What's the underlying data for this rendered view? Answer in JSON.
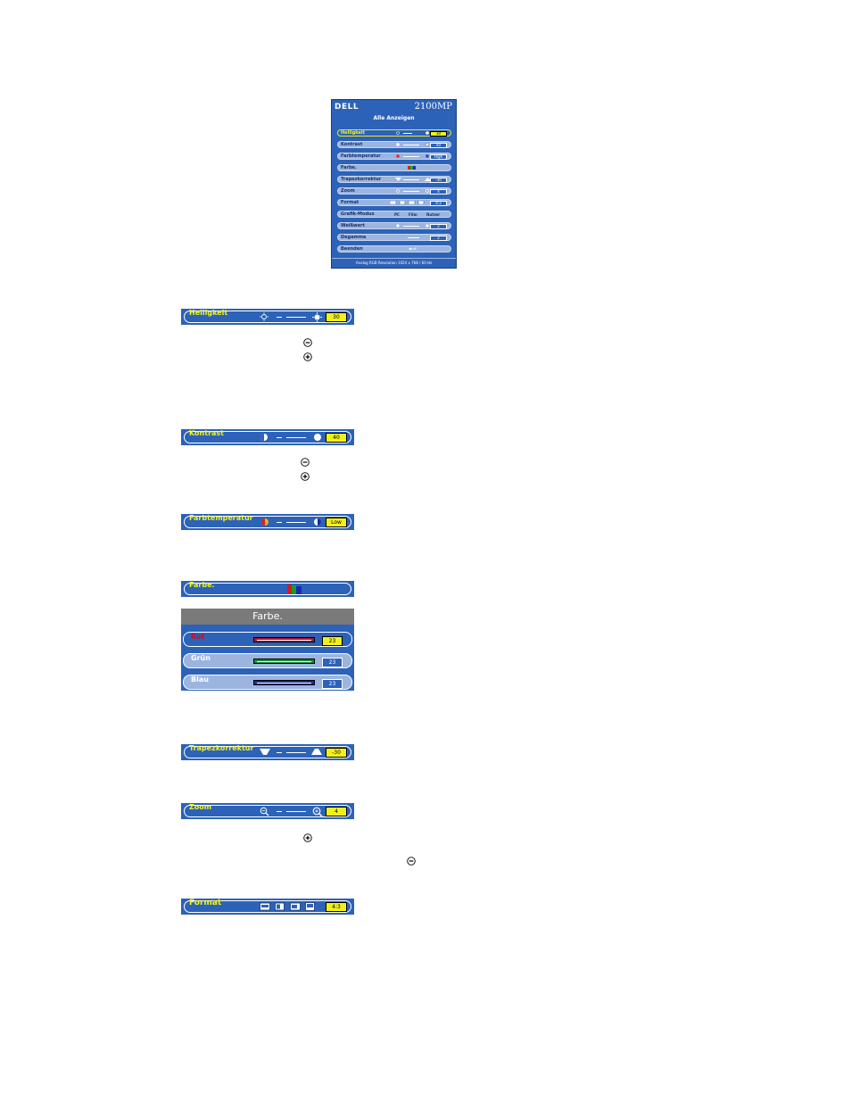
{
  "osd": {
    "brand": "DELL",
    "model": "2100MP",
    "title": "Alle Anzeigen",
    "rows": [
      {
        "label": "Helligkeit",
        "value": "30"
      },
      {
        "label": "Kontrast",
        "value": "40"
      },
      {
        "label": "Farbtemperatur",
        "value": "High"
      },
      {
        "label": "Farbe."
      },
      {
        "label": "Trapezkorrektur",
        "value": "-30"
      },
      {
        "label": "Zoom",
        "value": "4"
      },
      {
        "label": "Format",
        "value": "4:3"
      },
      {
        "label": "Grafik-Modus",
        "opt1": "PC",
        "opt2": "Film",
        "opt3": "Nutzer"
      },
      {
        "label": "Weißwert",
        "value": "2"
      },
      {
        "label": "Degamma",
        "value": "2"
      },
      {
        "label": "Beenden"
      }
    ],
    "footer": "Analog RGB Resolution 1024 x 768 / 60 Hz"
  },
  "bars": {
    "helligkeit": {
      "label": "Helligkeit",
      "value": "30"
    },
    "kontrast": {
      "label": "Kontrast",
      "value": "40"
    },
    "farbtemperatur": {
      "label": "Farbtemperatur",
      "value": "Low"
    },
    "farbe": {
      "label": "Farbe."
    },
    "trapez": {
      "label": "Trapezkorrektur",
      "value": "-30"
    },
    "zoom": {
      "label": "Zoom",
      "value": "4"
    },
    "format": {
      "label": "Format",
      "value": "4:3"
    }
  },
  "farbe_menu": {
    "title": "Farbe.",
    "rows": [
      {
        "label": "Rot",
        "value": "23"
      },
      {
        "label": "Grün",
        "value": "23"
      },
      {
        "label": "Blau",
        "value": "23"
      }
    ]
  },
  "colors": {
    "osd_blue": "#2c62b8",
    "label_yellow": "#f4f420",
    "value_box": "#f1f11a",
    "red": "#c0102a",
    "green": "#1a8a3a",
    "blue": "#1a2aa0"
  }
}
